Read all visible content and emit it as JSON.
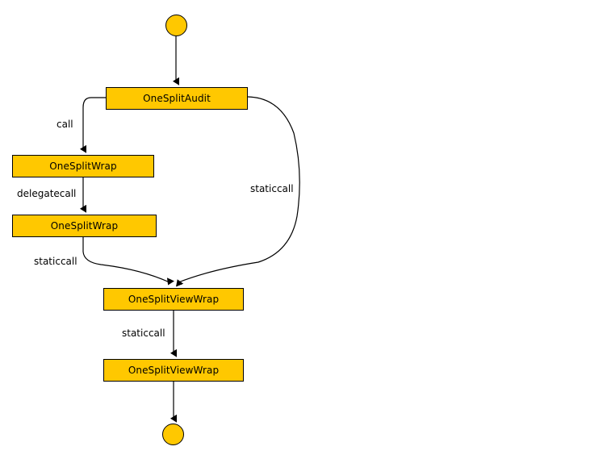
{
  "diagram": {
    "type": "call-flow-activity-diagram",
    "background_color": "#FFFFFF",
    "node_fill_color": "#FFC800",
    "node_border_color": "#000000",
    "edge_color": "#000000",
    "text_color": "#000000",
    "start_node": {
      "name": "start-node",
      "shape": "filled-circle"
    },
    "end_node": {
      "name": "end-node",
      "shape": "filled-circle"
    },
    "nodes": [
      {
        "id": "one-split-audit",
        "label": "OneSplitAudit"
      },
      {
        "id": "one-split-wrap-1",
        "label": "OneSplitWrap"
      },
      {
        "id": "one-split-wrap-2",
        "label": "OneSplitWrap"
      },
      {
        "id": "one-split-view-wrap-1",
        "label": "OneSplitViewWrap"
      },
      {
        "id": "one-split-view-wrap-2",
        "label": "OneSplitViewWrap"
      }
    ],
    "edges": [
      {
        "id": "start-to-audit",
        "from": "start",
        "to": "one-split-audit",
        "label": ""
      },
      {
        "id": "audit-to-wrap1",
        "from": "one-split-audit",
        "to": "one-split-wrap-1",
        "label": "call"
      },
      {
        "id": "wrap1-to-wrap2",
        "from": "one-split-wrap-1",
        "to": "one-split-wrap-2",
        "label": "delegatecall"
      },
      {
        "id": "wrap2-to-viewwrap1",
        "from": "one-split-wrap-2",
        "to": "one-split-view-wrap-1",
        "label": "staticcall"
      },
      {
        "id": "audit-to-viewwrap1",
        "from": "one-split-audit",
        "to": "one-split-view-wrap-1",
        "label": "staticcall"
      },
      {
        "id": "viewwrap1-to-viewwrap2",
        "from": "one-split-view-wrap-1",
        "to": "one-split-view-wrap-2",
        "label": "staticcall"
      },
      {
        "id": "viewwrap2-to-end",
        "from": "one-split-view-wrap-2",
        "to": "end",
        "label": ""
      }
    ]
  }
}
